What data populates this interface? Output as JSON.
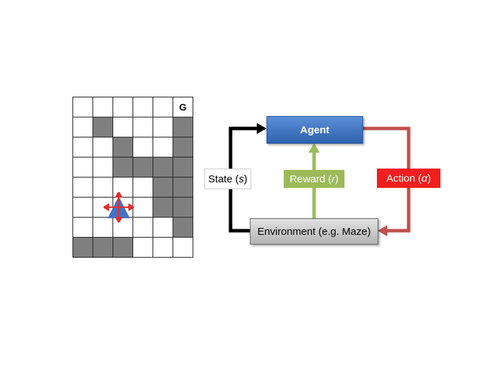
{
  "maze": {
    "goal_label": "G",
    "rows": 8,
    "cols": 6,
    "walls": [
      [
        1,
        1
      ],
      [
        1,
        5
      ],
      [
        2,
        2
      ],
      [
        2,
        5
      ],
      [
        3,
        2
      ],
      [
        3,
        3
      ],
      [
        3,
        4
      ],
      [
        3,
        5
      ],
      [
        4,
        4
      ],
      [
        4,
        5
      ],
      [
        5,
        4
      ],
      [
        5,
        5
      ],
      [
        6,
        5
      ],
      [
        7,
        0
      ],
      [
        7,
        1
      ],
      [
        7,
        2
      ]
    ],
    "goal_cell": [
      0,
      5
    ],
    "agent_cell": [
      5,
      2
    ],
    "agent_actions": [
      "up",
      "down",
      "left",
      "right"
    ]
  },
  "loop": {
    "agent_label": "Agent",
    "environment_label": "Environment (e.g. Maze)",
    "state_label": "State (",
    "state_var": "s",
    "state_close": ")",
    "reward_label": "Reward (",
    "reward_var": "r",
    "reward_close": ")",
    "action_label": "Action (",
    "action_var": "α",
    "action_close": ")"
  },
  "colors": {
    "wall": "#7f7f7f",
    "agent_box": "#3a6fc0",
    "environment_box": "#c8c8c8",
    "reward": "#9bbb59",
    "action": "#c0504d",
    "action_label_bg": "#f01e1e",
    "state_arrow": "#000000",
    "agent_triangle": "#4472c4",
    "move_arrows": "#e03030"
  }
}
